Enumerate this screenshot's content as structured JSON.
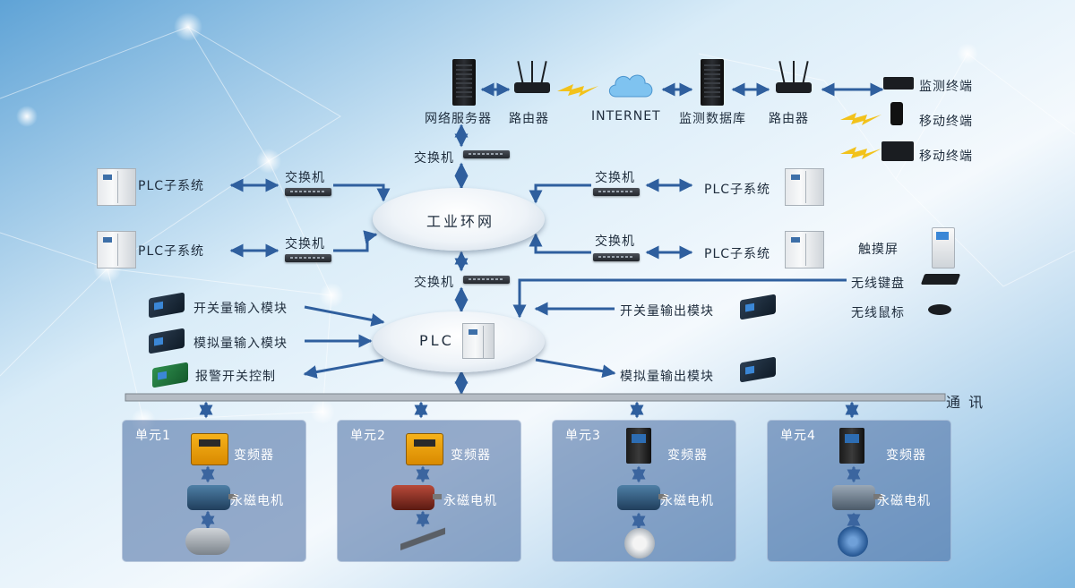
{
  "top": {
    "network_server": "网络服务器",
    "router_left": "路由器",
    "internet": "INTERNET",
    "monitor_db": "监测数据库",
    "router_right": "路由器",
    "monitor_terminal": "监测终端",
    "mobile_terminal_1": "移动终端",
    "mobile_terminal_2": "移动终端",
    "switch_top": "交换机"
  },
  "ring": {
    "label": "工业环网",
    "left_plc_1": "PLC子系统",
    "left_switch_1": "交换机",
    "left_plc_2": "PLC子系统",
    "left_switch_2": "交换机",
    "right_switch_1": "交换机",
    "right_plc_1": "PLC子系统",
    "right_switch_2": "交换机",
    "right_plc_2": "PLC子系统",
    "switch_mid": "交换机"
  },
  "plc": {
    "label": "PLC",
    "in_digital": "开关量输入模块",
    "in_analog": "模拟量输入模块",
    "alarm": "报警开关控制",
    "out_digital": "开关量输出模块",
    "out_analog": "模拟量输出模块",
    "touch": "触摸屏",
    "keyboard": "无线键盘",
    "mouse": "无线鼠标"
  },
  "bus": {
    "label": "通 讯"
  },
  "units": [
    {
      "title": "单元1",
      "inverter": "变频器",
      "motor": "永磁电机"
    },
    {
      "title": "单元2",
      "inverter": "变频器",
      "motor": "永磁电机"
    },
    {
      "title": "单元3",
      "inverter": "变频器",
      "motor": "永磁电机"
    },
    {
      "title": "单元4",
      "inverter": "变频器",
      "motor": "永磁电机"
    }
  ],
  "colors": {
    "arrow": "#2f5f9e",
    "bolt": "#f2c21b",
    "bus": "#9aa3ad"
  }
}
